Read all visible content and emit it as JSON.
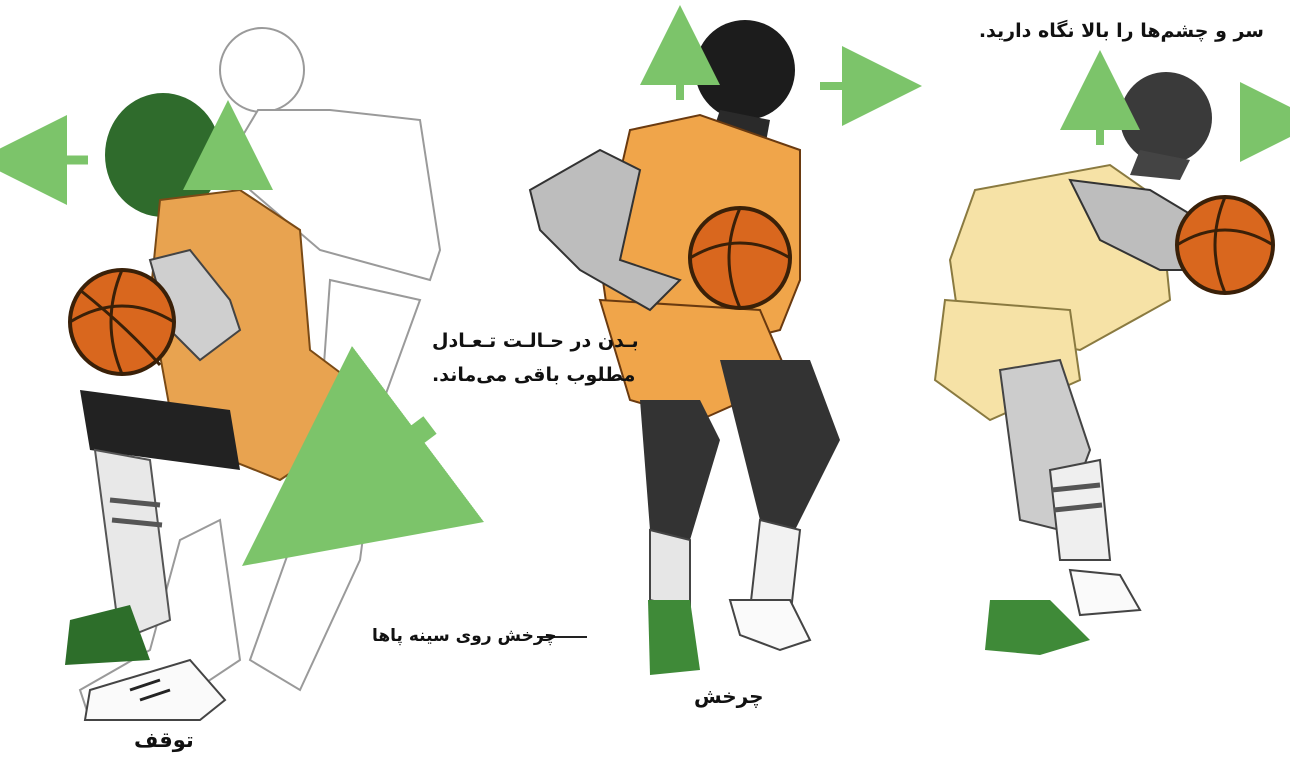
{
  "labels": {
    "head_up": "سر و چشم‌ها را بالا نگاه دارید.",
    "body_balance_line1": "بـدن در حـالـت تـعـادل",
    "body_balance_line2": "مطلوب باقی می‌ماند.",
    "pivot_on_ball": "چرخش روی سینه پاها",
    "pivot": "چرخش",
    "stop": "توقف"
  },
  "colors": {
    "arrow_green": "#7cc46a",
    "head_dark_green": "#2f6b2c",
    "jersey_orange": "#e8a350",
    "jersey_pale": "#f6e2a6",
    "ball_orange": "#d9671e",
    "shoe_green": "#3f8a38"
  },
  "icons": [
    "arrow-left-icon",
    "arrow-up-icon",
    "arrow-right-icon",
    "arrow-down-left-icon",
    "basketball-icon"
  ]
}
